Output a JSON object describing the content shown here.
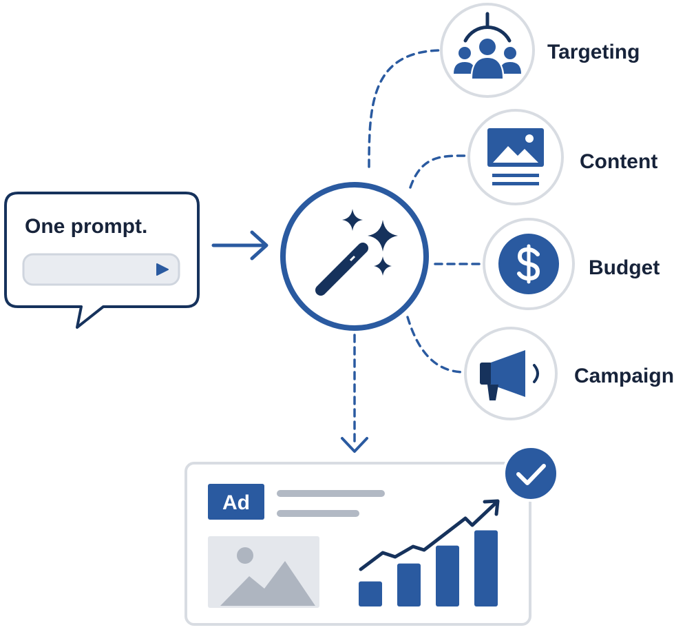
{
  "prompt_bubble": {
    "text": "One prompt."
  },
  "outputs": [
    {
      "label": "Targeting",
      "icon": "audience-target-icon"
    },
    {
      "label": "Content",
      "icon": "image-content-icon"
    },
    {
      "label": "Budget",
      "icon": "dollar-icon"
    },
    {
      "label": "Campaign",
      "icon": "megaphone-icon"
    }
  ],
  "ad_card": {
    "badge": "Ad",
    "chart_bars_relative": [
      0.28,
      0.48,
      0.68,
      0.85
    ],
    "status_icon": "checkmark-icon"
  },
  "colors": {
    "primary": "#2a5aa0",
    "navy": "#16325c",
    "light_gray": "#d9dee6",
    "mid_gray": "#b2b9c4",
    "border_gray": "#d8dce2"
  }
}
